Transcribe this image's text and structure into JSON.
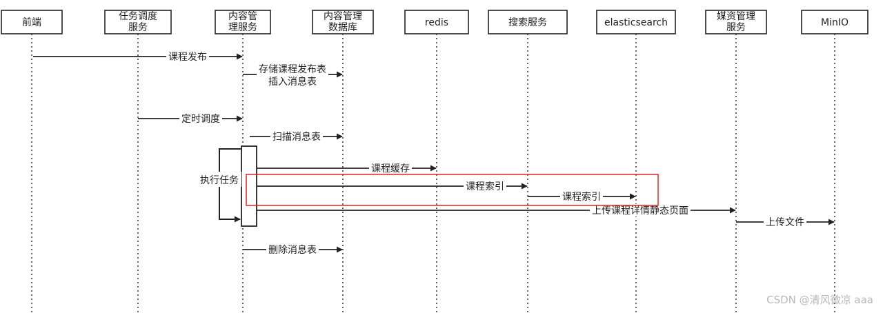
{
  "participants": [
    {
      "id": "frontend",
      "lines": [
        "前端"
      ]
    },
    {
      "id": "scheduler",
      "lines": [
        "任务调度",
        "服务"
      ]
    },
    {
      "id": "content",
      "lines": [
        "内容管",
        "理服务"
      ]
    },
    {
      "id": "contentdb",
      "lines": [
        "内容管理",
        "数据库"
      ]
    },
    {
      "id": "redis",
      "lines": [
        "redis"
      ]
    },
    {
      "id": "search",
      "lines": [
        "搜索服务"
      ]
    },
    {
      "id": "es",
      "lines": [
        "elasticsearch"
      ]
    },
    {
      "id": "media",
      "lines": [
        "媒资管理",
        "服务"
      ]
    },
    {
      "id": "minio",
      "lines": [
        "MinIO"
      ]
    }
  ],
  "messages": [
    {
      "from": "frontend",
      "to": "content",
      "lines": [
        "课程发布"
      ]
    },
    {
      "from": "content",
      "to": "contentdb",
      "lines": [
        "存储课程发布表",
        "插入消息表"
      ]
    },
    {
      "from": "scheduler",
      "to": "content",
      "lines": [
        "定时调度"
      ]
    },
    {
      "from": "content",
      "to": "contentdb",
      "lines": [
        "扫描消息表"
      ]
    },
    {
      "from": "content",
      "to": "redis",
      "lines": [
        "课程缓存"
      ]
    },
    {
      "from": "content",
      "to": "search",
      "lines": [
        "课程索引"
      ]
    },
    {
      "from": "search",
      "to": "es",
      "lines": [
        "课程索引"
      ]
    },
    {
      "from": "content",
      "to": "media",
      "lines": [
        "上传课程详情静态页面"
      ]
    },
    {
      "from": "media",
      "to": "minio",
      "lines": [
        "上传文件"
      ]
    },
    {
      "from": "content",
      "to": "contentdb",
      "lines": [
        "删除消息表"
      ]
    }
  ],
  "self_call": {
    "participant": "content",
    "label": "执行任务"
  },
  "highlight": {
    "color": "#e02020",
    "covers": [
      "课程索引",
      "课程索引"
    ]
  },
  "colors": {
    "line": "#222222",
    "box_border": "#222222",
    "highlight": "#e02020"
  },
  "watermark": "CSDN @清风微凉 aaa"
}
